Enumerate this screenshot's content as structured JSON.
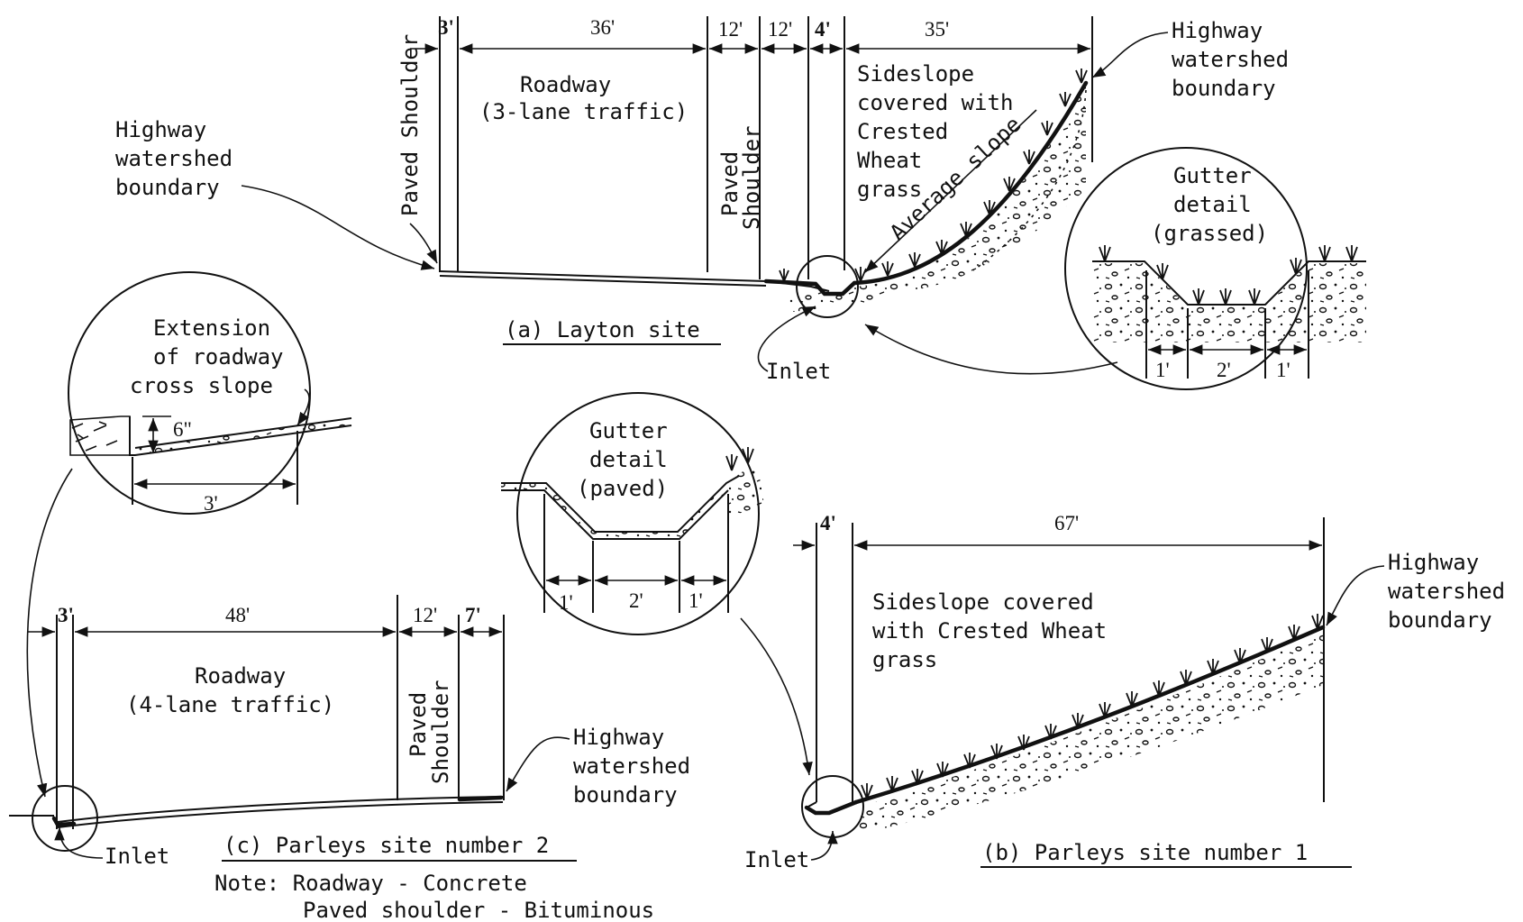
{
  "layton": {
    "caption": "(a) Layton site",
    "roadway": [
      "Roadway",
      "(3-lane traffic)"
    ],
    "paved_shoulder_left": "Paved Shoulder",
    "paved_shoulder_right": [
      "Paved",
      "Shoulder"
    ],
    "sideslope": [
      "Sideslope",
      "covered with",
      "Crested",
      "Wheat",
      "grass"
    ],
    "average_slope": "Average slope",
    "watershed_left": [
      "Highway",
      "watershed",
      "boundary"
    ],
    "watershed_right": [
      "Highway",
      "watershed",
      "boundary"
    ],
    "inlet": "Inlet",
    "dims": [
      "3'",
      "36'",
      "12'",
      "12'",
      "4'",
      "35'"
    ],
    "gutter_detail": [
      "Gutter",
      "detail",
      "(grassed)"
    ],
    "gutter_dims": [
      "1'",
      "2'",
      "1'"
    ]
  },
  "parleys1": {
    "caption": "(b)  Parleys site number 1",
    "sideslope": [
      "Sideslope covered",
      "with Crested Wheat",
      "grass"
    ],
    "watershed": [
      "Highway",
      "watershed",
      "boundary"
    ],
    "inlet": "Inlet",
    "dims": [
      "4'",
      "67'"
    ],
    "gutter_detail": [
      "Gutter",
      "detail",
      "(paved)"
    ],
    "gutter_dims": [
      "1'",
      "2'",
      "1'"
    ]
  },
  "parleys2": {
    "caption": "(c)  Parleys site number 2",
    "roadway": [
      "Roadway",
      "(4-lane traffic)"
    ],
    "paved_shoulder": [
      "Paved",
      "Shoulder"
    ],
    "watershed": [
      "Highway",
      "watershed",
      "boundary"
    ],
    "inlet": "Inlet",
    "dims": [
      "3'",
      "48'",
      "12'",
      "7'"
    ],
    "extension": [
      "Extension",
      "of roadway",
      "cross slope"
    ],
    "extension_dims": [
      "6\"",
      "3'"
    ]
  },
  "note": [
    "Note: Roadway - Concrete",
    "Paved shoulder - Bituminous"
  ]
}
